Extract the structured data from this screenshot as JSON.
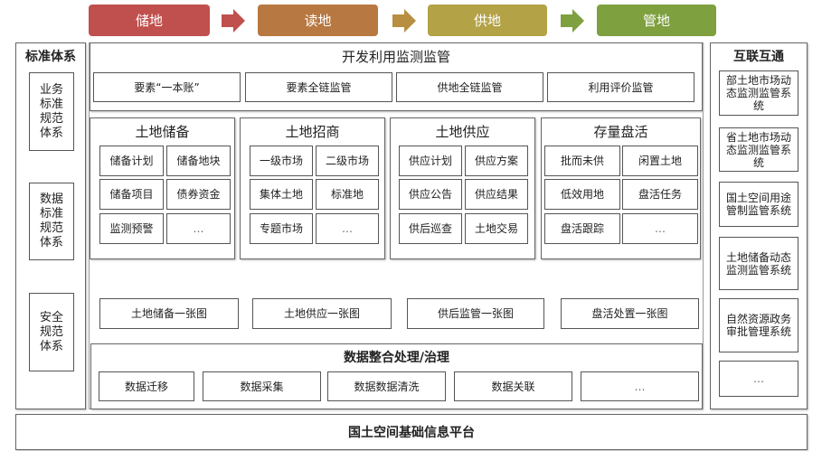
{
  "stages": [
    {
      "label": "储地",
      "color": "#c0504d"
    },
    {
      "label": "读地",
      "color": "#b87841"
    },
    {
      "label": "供地",
      "color": "#b3a246"
    },
    {
      "label": "管地",
      "color": "#7ea03f"
    }
  ],
  "left": {
    "title": "标准体系",
    "items": [
      "业务标准规范体系",
      "数据标准规范体系",
      "安全规范体系"
    ]
  },
  "monitor": {
    "title": "开发利用监测监管",
    "items": [
      "要素“一本账”",
      "要素全链监管",
      "供地全链监管",
      "利用评价监管"
    ]
  },
  "sections": [
    {
      "title": "土地储备",
      "items": [
        "储备计划",
        "储备地块",
        "储备项目",
        "债券资金",
        "监测预警",
        "…"
      ]
    },
    {
      "title": "土地招商",
      "items": [
        "一级市场",
        "二级市场",
        "集体土地",
        "标准地",
        "专题市场",
        "…"
      ]
    },
    {
      "title": "土地供应",
      "items": [
        "供应计划",
        "供应方案",
        "供应公告",
        "供应结果",
        "供后巡查",
        "土地交易"
      ]
    },
    {
      "title": "存量盘活",
      "items": [
        "批而未供",
        "闲置土地",
        "低效用地",
        "盘活任务",
        "盘活跟踪",
        "…"
      ]
    }
  ],
  "maps": [
    "土地储备一张图",
    "土地供应一张图",
    "供后监管一张图",
    "盘活处置一张图"
  ],
  "data": {
    "title": "数据整合处理/治理",
    "items": [
      "数据迁移",
      "数据采集",
      "数据数据清洗",
      "数据关联",
      "…"
    ]
  },
  "right": {
    "title": "互联互通",
    "items": [
      "部土地市场动态监测监管系统",
      "省土地市场动态监测监管系统",
      "国土空间用途管制监管系统",
      "土地储备动态监测监管系统",
      "自然资源政务审批管理系统",
      "…"
    ]
  },
  "platform": "国土空间基础信息平台"
}
